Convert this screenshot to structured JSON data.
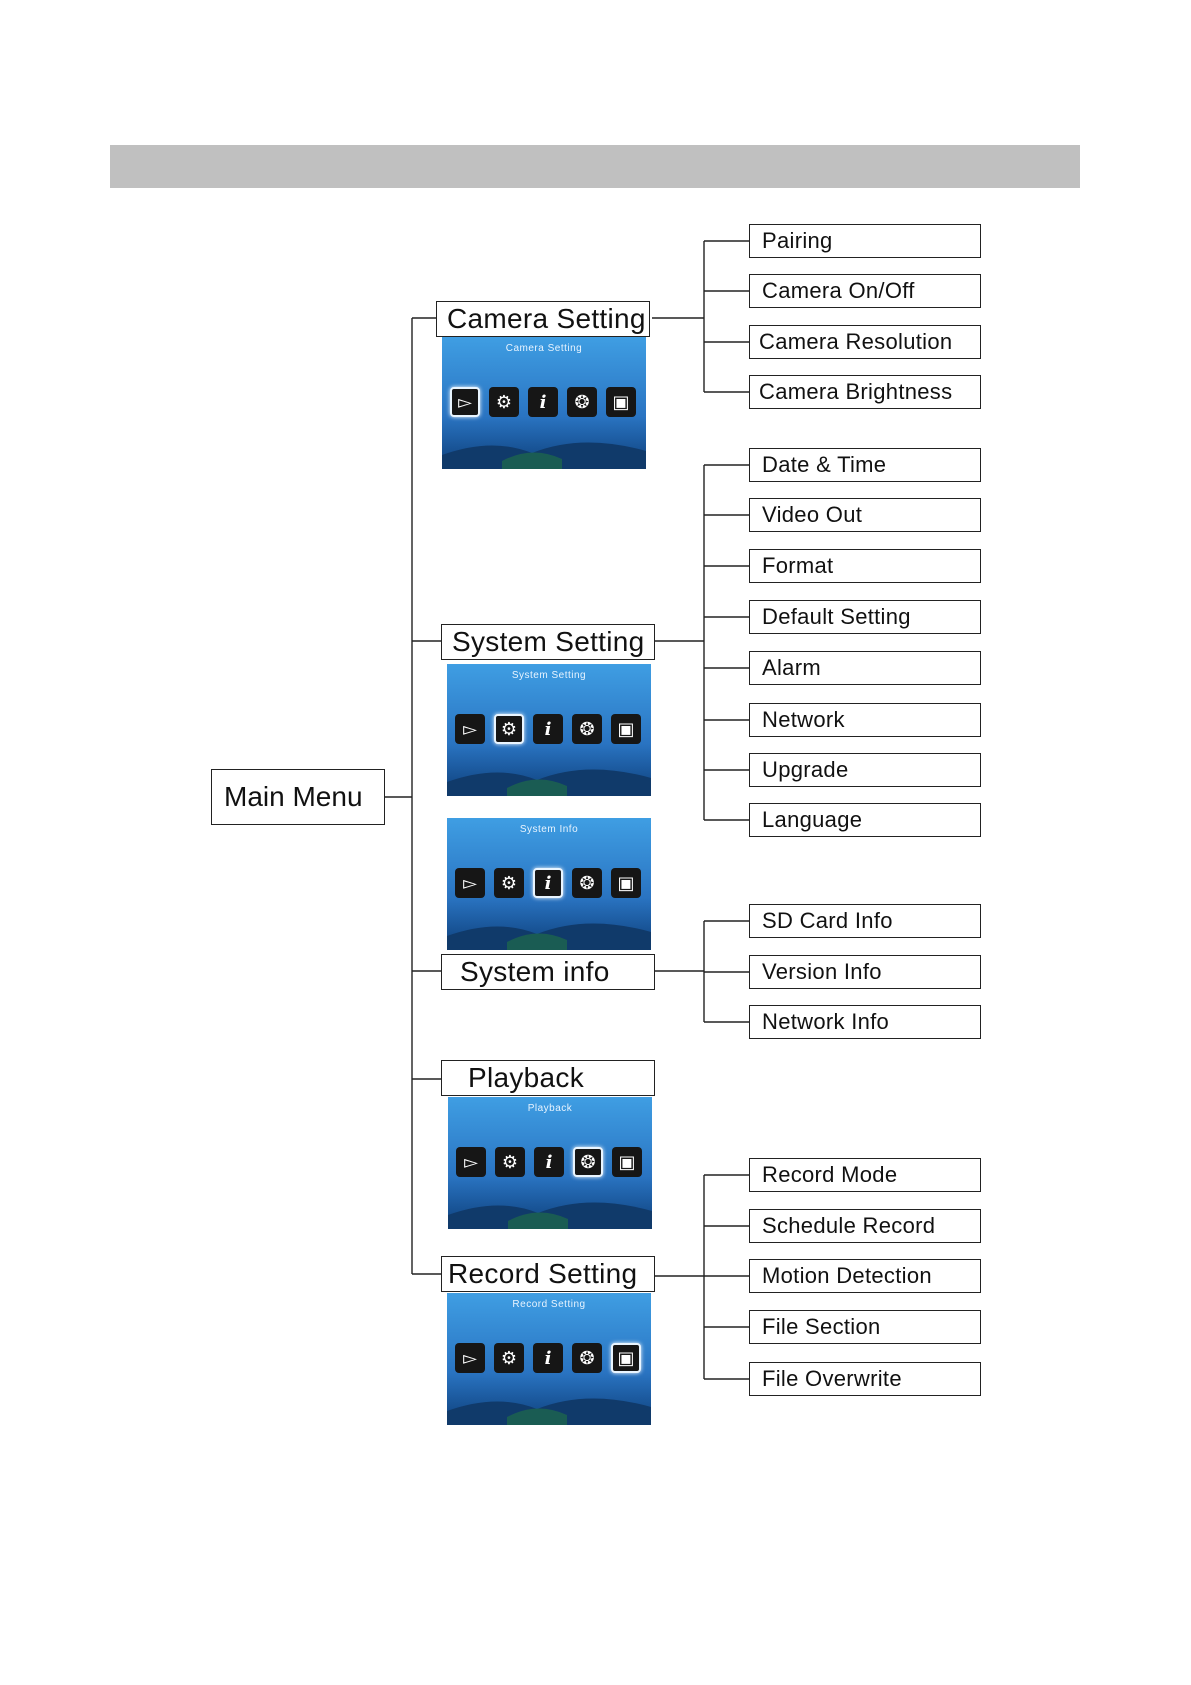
{
  "diagram": {
    "root": {
      "label": "Main Menu"
    },
    "menus": [
      {
        "label": "Camera Setting",
        "screen_title": "Camera Setting",
        "selected_icon": "camera-icon",
        "children": [
          "Pairing",
          "Camera On/Off",
          "Camera Resolution",
          "Camera Brightness"
        ]
      },
      {
        "label": "System Setting",
        "screen_title": "System Setting",
        "selected_icon": "gear-icon",
        "children": [
          "Date & Time",
          "Video Out",
          "Format",
          "Default Setting",
          "Alarm",
          "Network",
          "Upgrade",
          "Language"
        ]
      },
      {
        "label": "System info",
        "screen_title": "System Info",
        "selected_icon": "info-icon",
        "children": [
          "SD Card Info",
          "Version Info",
          "Network Info"
        ]
      },
      {
        "label": "Playback",
        "screen_title": "Playback",
        "selected_icon": "film-reel-icon",
        "children": []
      },
      {
        "label": "Record Setting",
        "screen_title": "Record Setting",
        "selected_icon": "video-camera-icon",
        "children": [
          "Record Mode",
          "Schedule Record",
          "Motion Detection",
          "File Section",
          "File Overwrite"
        ]
      }
    ],
    "icon_set": [
      "camera-icon",
      "gear-icon",
      "info-icon",
      "film-reel-icon",
      "video-camera-icon"
    ],
    "colors": {
      "header_bar": "#c0c0c0",
      "screen_top": "#3a8fd6",
      "screen_bottom": "#0d3f7a",
      "line": "#222222"
    }
  }
}
